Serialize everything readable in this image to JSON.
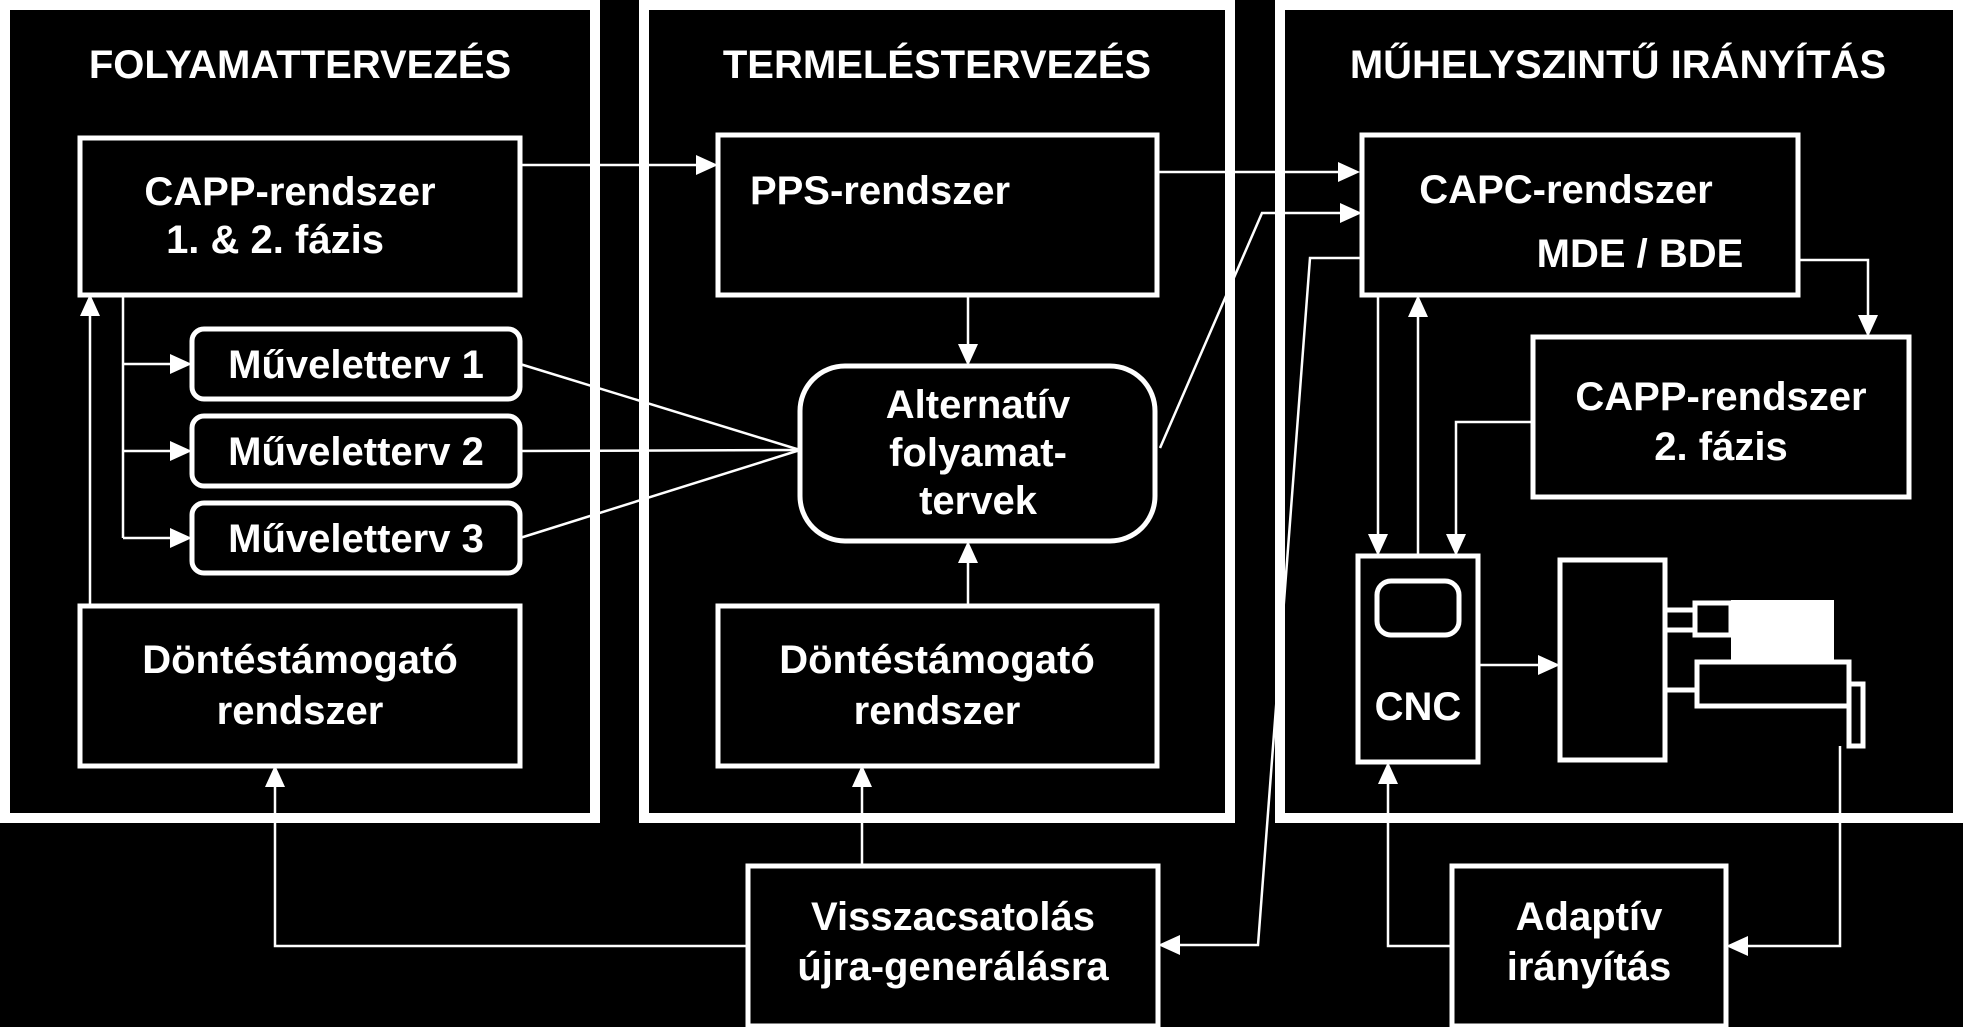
{
  "sections": {
    "process_planning": "FOLYAMATTERVEZÉS",
    "production_planning": "TERMELÉSTERVEZÉS",
    "shop_floor_control": "MŰHELYSZINTŰ IRÁNYÍTÁS"
  },
  "boxes": {
    "capp_1_2": [
      "CAPP-rendszer",
      "1. & 2. fázis"
    ],
    "op_plan_1": "Műveletterv 1",
    "op_plan_2": "Műveletterv 2",
    "op_plan_3": "Műveletterv 3",
    "dss_left": [
      "Döntéstámogató",
      "rendszer"
    ],
    "pps": "PPS-rendszer",
    "alternative_plans": [
      "Alternatív",
      "folyamat-",
      "tervek"
    ],
    "dss_middle": [
      "Döntéstámogató",
      "rendszer"
    ],
    "capc": "CAPC-rendszer",
    "mde_bde": "MDE / BDE",
    "capp_2": [
      "CAPP-rendszer",
      "2. fázis"
    ],
    "cnc": "CNC",
    "feedback": [
      "Visszacsatolás",
      "újra-generálásra"
    ],
    "adaptive": [
      "Adaptív",
      "irányítás"
    ]
  },
  "colors": {
    "background": "#000000",
    "foreground": "#ffffff"
  }
}
